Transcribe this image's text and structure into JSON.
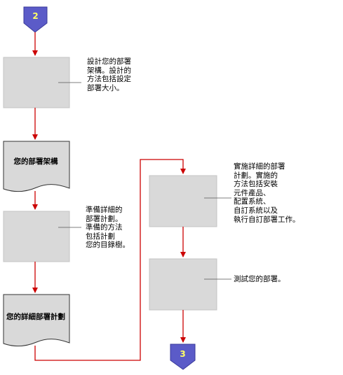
{
  "connectors": {
    "start_label": "2",
    "end_label": "3"
  },
  "documents": {
    "architecture_label": "您的部署架構",
    "detailed_plan_label": "您的詳細部署計劃"
  },
  "notes": {
    "design": "設計您的部署\n架構。設計的\n方法包括設定\n部署大小。",
    "prepare": "準備詳細的\n部署計劃。\n準備的方法\n包括計劃\n您的目錄樹。",
    "implement": "實施詳細的部署\n計劃。實施的\n方法包括安裝\n元件產品、\n配置系統、\n自訂系統以及\n執行自訂部署工作。",
    "test": "測試您的部署。"
  },
  "colors": {
    "arrow": "#cc0000",
    "process_box": "#d9d9d9",
    "connector_fill": "#5b5bc8",
    "connector_text": "#ffff66",
    "leader_line": "#555555"
  }
}
